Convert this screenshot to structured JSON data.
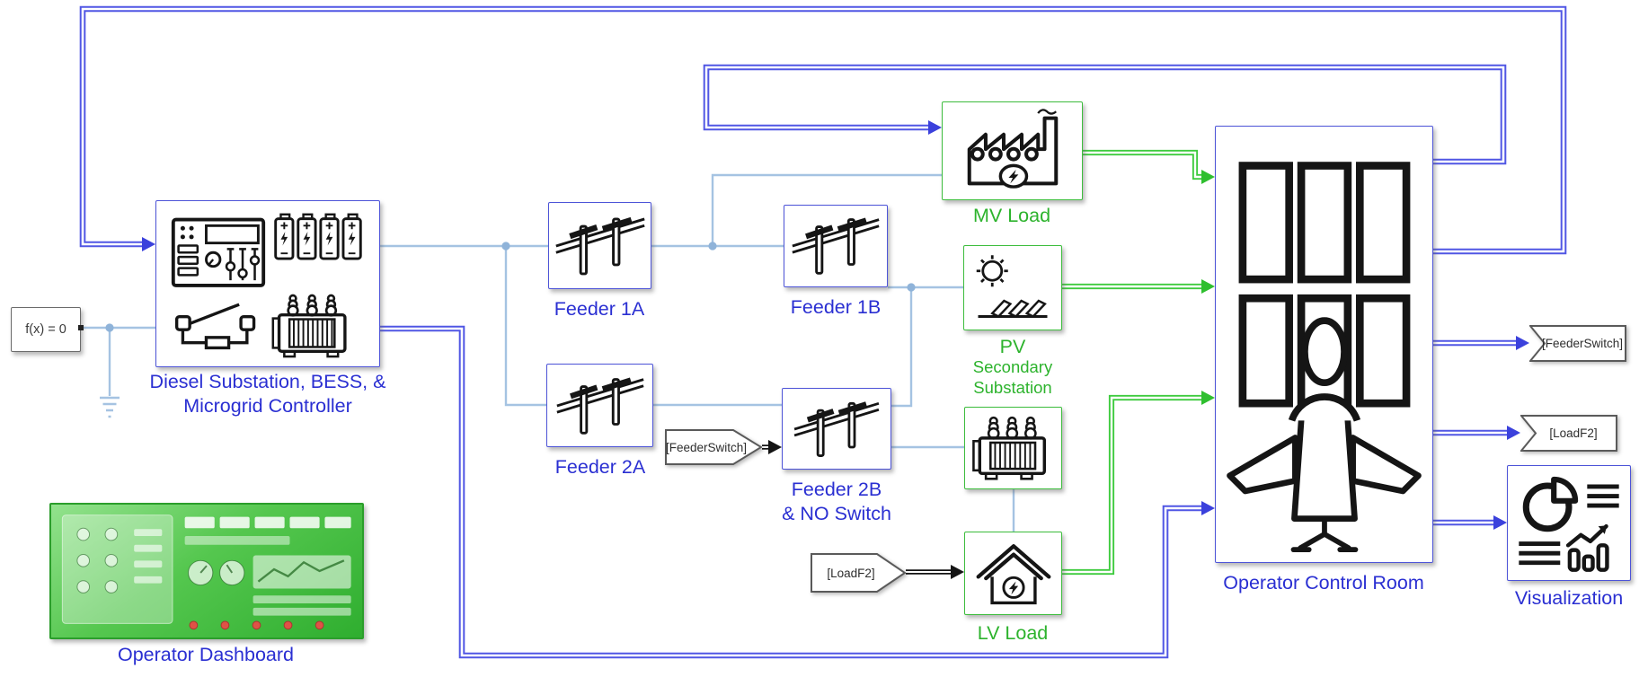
{
  "canvas": {
    "background": "#ffffff"
  },
  "colors": {
    "block_border_blue": "#4d54d8",
    "block_border_green": "#3dbd3d",
    "block_border_gray": "#6b6b6b",
    "label_blue": "#2a2fd2",
    "label_green": "#2db32d",
    "wire_blue": "#5056e4",
    "wire_green": "#3ecb3e",
    "wire_light_blue": "#a5c3e2",
    "wire_black": "#141414",
    "dashboard_green": "#4fc24f"
  },
  "blocks": {
    "solver": {
      "label": "f(x) = 0"
    },
    "diesel": {
      "label": "Diesel Substation, BESS, &\nMicrogrid Controller",
      "icon": "substation-bess-controller-icon"
    },
    "feeder_1a": {
      "label": "Feeder 1A",
      "icon": "power-line-icon"
    },
    "feeder_1b": {
      "label": "Feeder 1B",
      "icon": "power-line-icon"
    },
    "feeder_2a": {
      "label": "Feeder 2A",
      "icon": "power-line-icon"
    },
    "feeder_2b": {
      "label": "Feeder 2B\n& NO Switch",
      "icon": "power-line-icon"
    },
    "mv_load": {
      "label": "MV Load",
      "icon": "factory-icon"
    },
    "pv": {
      "label": "PV",
      "icon": "solar-panel-icon"
    },
    "secondary_substation": {
      "label": "Secondary\nSubstation",
      "icon": "transformer-icon"
    },
    "lv_load": {
      "label": "LV Load",
      "icon": "house-power-icon"
    },
    "control_room": {
      "label": "Operator Control Room",
      "icon": "control-room-icon"
    },
    "visualization": {
      "label": "Visualization",
      "icon": "charts-icon"
    },
    "dashboard": {
      "label": "Operator Dashboard",
      "icon": "dashboard-preview"
    }
  },
  "tags": {
    "from_feederswitch": {
      "label": "[FeederSwitch]"
    },
    "from_loadf2": {
      "label": "[LoadF2]"
    },
    "goto_feederswitch": {
      "label": "[FeederSwitch]"
    },
    "goto_loadf2": {
      "label": "[LoadF2]"
    }
  }
}
